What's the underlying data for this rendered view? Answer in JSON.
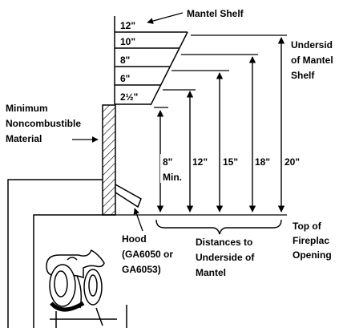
{
  "shelf_steps": [
    "12\"",
    "10\"",
    "8\"",
    "6\"",
    "2½\""
  ],
  "labels": {
    "mantel_shelf": "Mantel Shelf",
    "underside_mantel_shelf": [
      "Undersid",
      "of Mantel",
      "Shelf"
    ],
    "min_noncombustible": [
      "Minimum",
      "Noncombustible",
      "Material"
    ],
    "top_fireplace_opening": [
      "Top of",
      "Fireplac",
      "Opening"
    ],
    "hood": [
      "Hood",
      "(GA6050 or",
      "GA6053)"
    ],
    "distances": [
      "Distances to",
      "Underside of",
      "Mantel"
    ]
  },
  "measurements": [
    {
      "label": "8\"",
      "sub": "Min."
    },
    {
      "label": "12\""
    },
    {
      "label": "15\""
    },
    {
      "label": "18\""
    },
    {
      "label": "20\""
    }
  ]
}
